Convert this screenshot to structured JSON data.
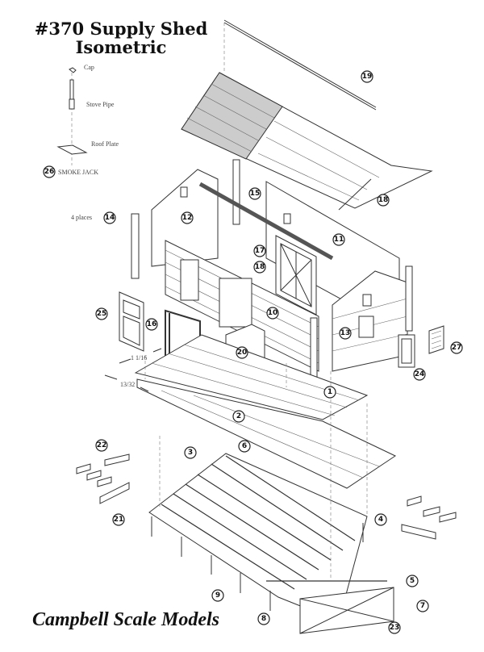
{
  "title": {
    "line1": "#370 Supply Shed",
    "line2": "Isometric"
  },
  "smoke_jack": {
    "cap": "Cap",
    "stove_pipe": "Stove Pipe",
    "roof_plate": "Roof Plate",
    "number": "26",
    "name": "SMOKE JACK"
  },
  "annotations": {
    "four_places": "4 places",
    "dim1": "1 1/16",
    "dim2": "13/32"
  },
  "callouts": [
    "19",
    "18",
    "15",
    "14",
    "12",
    "11",
    "17",
    "18",
    "10",
    "25",
    "16",
    "20",
    "13",
    "27",
    "24",
    "1",
    "2",
    "22",
    "3",
    "6",
    "21",
    "4",
    "9",
    "8",
    "5",
    "7",
    "23"
  ],
  "brand": "Campbell Scale Models"
}
